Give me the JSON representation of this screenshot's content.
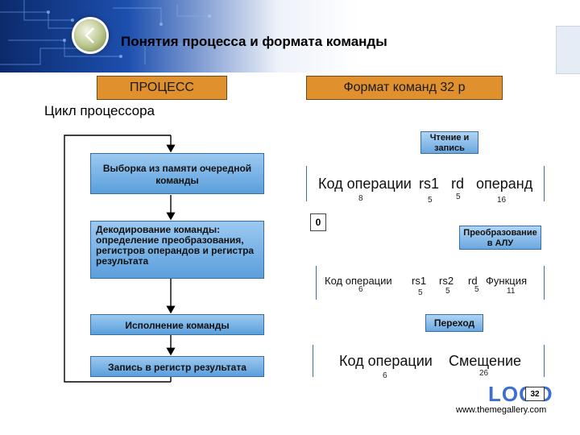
{
  "header": {
    "title": "Понятия процесса и формата команды",
    "back_icon": "chevron-left-icon"
  },
  "headings": {
    "process": "ПРОЦЕСС",
    "format": "Формат команд 32 р"
  },
  "cycle": {
    "label": "Цикл процессора",
    "steps": [
      "Выборка из памяти очередной команды",
      "Декодирование команды: определение преобразования, регистров операндов и регистра результата",
      "Исполнение команды",
      "Запись в регистр результата"
    ]
  },
  "formats": {
    "callout_rw": "Чтение и запись",
    "rw": {
      "fields": [
        "Код операции",
        "rs1",
        "rd",
        "операнд"
      ],
      "bits": [
        "8",
        "5",
        "5",
        "16"
      ]
    },
    "zero_marker": "0",
    "callout_alu": "Преобразование в АЛУ",
    "alu": {
      "fields": [
        "Код операции",
        "rs1",
        "rs2",
        "rd",
        "Функция"
      ],
      "bits": [
        "6",
        "5",
        "5",
        "5",
        "11"
      ]
    },
    "callout_jump": "Переход",
    "jump": {
      "fields": [
        "Код операции",
        "Смещение"
      ],
      "bits": [
        "6",
        "26"
      ]
    }
  },
  "footer": {
    "logo": "LOGO",
    "page_number": "32",
    "url": "www.themegallery.com"
  }
}
